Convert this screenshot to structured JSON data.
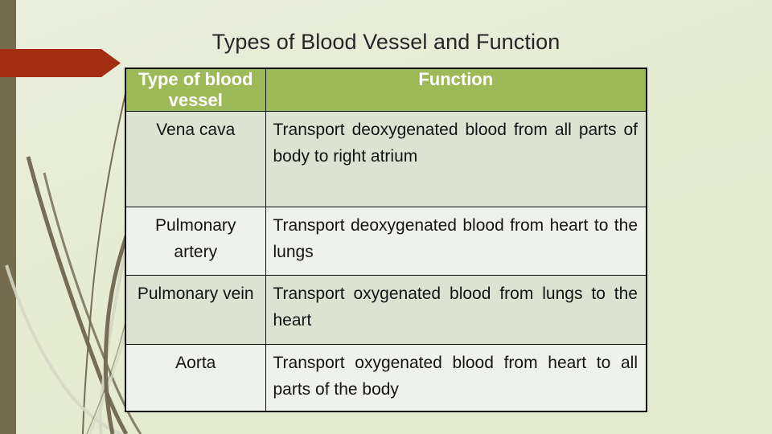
{
  "slide": {
    "title": "Types of Blood Vessel and Function",
    "background_color": "#e5ebd2",
    "accent_color": "#9cba57",
    "arrow_color": "#a32d11",
    "left_bar_color": "#756b4f"
  },
  "table": {
    "headers": {
      "type_of_blood_vessel": "Type of blood vessel",
      "function": "Function"
    },
    "rows": [
      {
        "vessel": "Vena cava",
        "function": "Transport deoxygenated blood from all parts of body to right atrium"
      },
      {
        "vessel": "Pulmonary artery",
        "function": "Transport deoxygenated blood from heart to the lungs"
      },
      {
        "vessel": "Pulmonary vein",
        "function": "Transport oxygenated blood from lungs to the heart"
      },
      {
        "vessel": "Aorta",
        "function": "Transport oxygenated blood from heart to all parts of the body"
      }
    ]
  }
}
